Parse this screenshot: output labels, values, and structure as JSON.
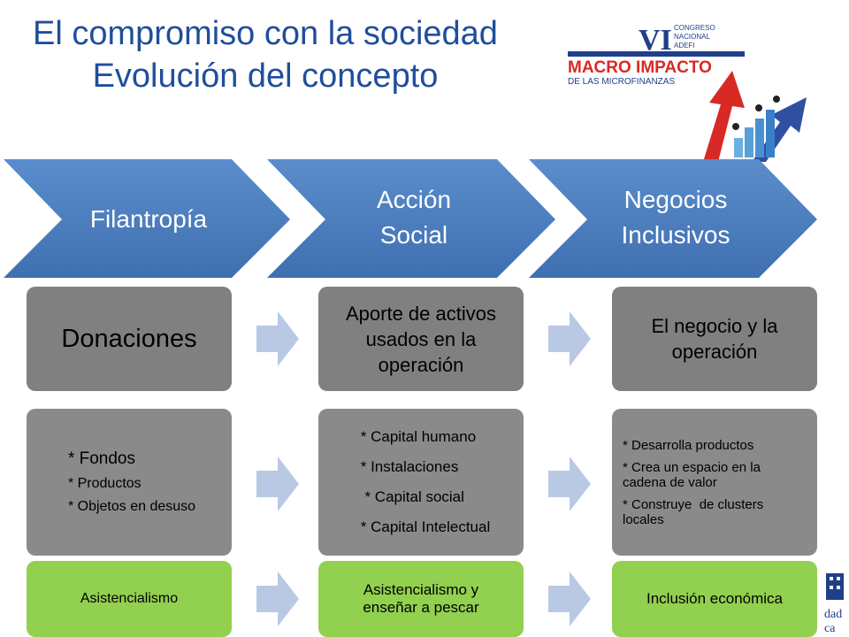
{
  "title": {
    "line1": "El compromiso con la sociedad",
    "line2": "Evolución del concepto"
  },
  "logo": {
    "roman": "VI",
    "congreso": "CONGRESO",
    "nacional": "NACIONAL",
    "org": "ADEFI",
    "headline": "MACRO IMPACTO",
    "subheadline": "DE LAS MICROFINANZAS"
  },
  "stages": [
    {
      "line1": "Filantropía",
      "line2": ""
    },
    {
      "line1": "Acción",
      "line2": "Social"
    },
    {
      "line1": "Negocios",
      "line2": "Inclusivos"
    }
  ],
  "row1": [
    {
      "text": "Donaciones"
    },
    {
      "text": "Aporte de activos usados en la operación"
    },
    {
      "text": "El negocio y la operación"
    }
  ],
  "row2": [
    {
      "items": [
        "* Fondos",
        "* Productos",
        "* Objetos en desuso"
      ]
    },
    {
      "items": [
        "* Capital humano",
        "* Instalaciones",
        " * Capital social",
        "* Capital Intelectual"
      ]
    },
    {
      "items": [
        "* Desarrolla productos",
        "* Crea un espacio en la cadena de valor",
        "* Construye  de clusters locales"
      ]
    }
  ],
  "row3": [
    {
      "text": "Asistencialismo"
    },
    {
      "text": "Asistencialismo y enseñar a pescar"
    },
    {
      "text": "Inclusión económica"
    }
  ],
  "crest": {
    "line1": "dad",
    "line2": "ca"
  },
  "colors": {
    "title": "#1f4e9c",
    "chevron": "#4f81bd",
    "box_grey": "#808080",
    "box_green": "#92d050",
    "arrow": "#b9c9e4"
  }
}
